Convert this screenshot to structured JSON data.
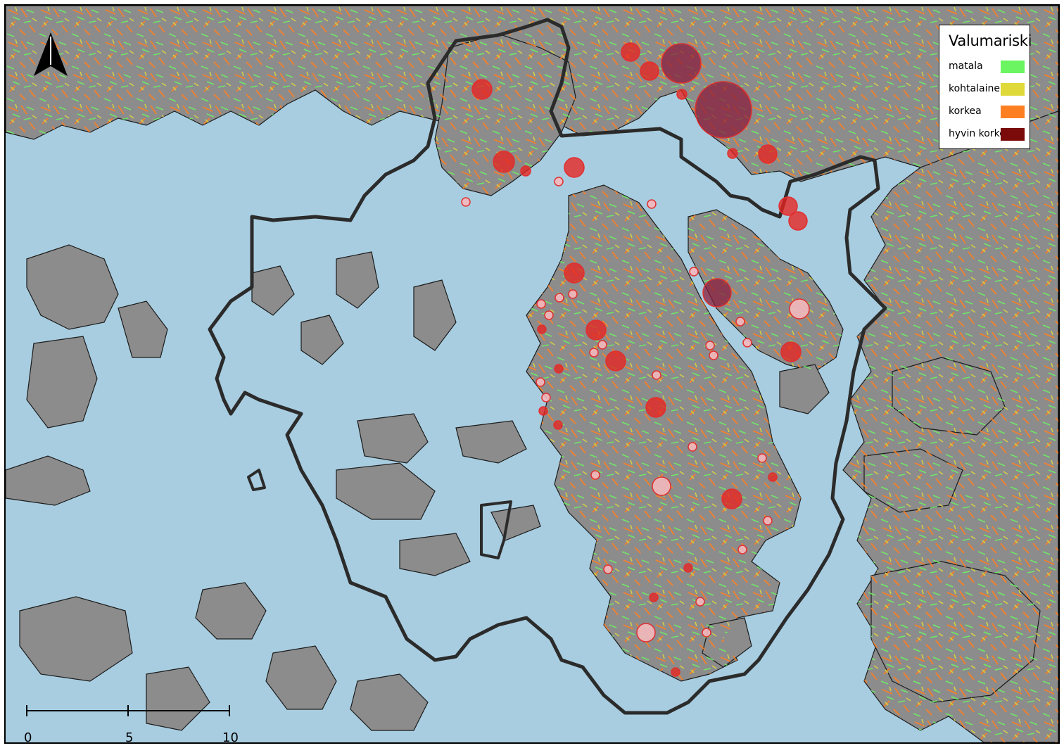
{
  "legend": {
    "title": "Valumariski",
    "items": [
      {
        "label": "matala",
        "color": "#6bf561"
      },
      {
        "label": "kohtalainen",
        "color": "#dfd93a"
      },
      {
        "label": "korkea",
        "color": "#fd7f22"
      },
      {
        "label": "hyvin korkea",
        "color": "#7b0b0b"
      }
    ]
  },
  "scale_bar": {
    "ticks": [
      "0",
      "5",
      "10 km"
    ]
  },
  "colors": {
    "water": "#a8cde0",
    "land": "#8c8c8c",
    "boundary": "#2b2b2b",
    "marker_red": "#e8231f",
    "marker_pink": "#f3b8bc",
    "marker_maroon": "#8a1d3c"
  },
  "icons": {
    "north_arrow": "north-arrow-icon"
  }
}
